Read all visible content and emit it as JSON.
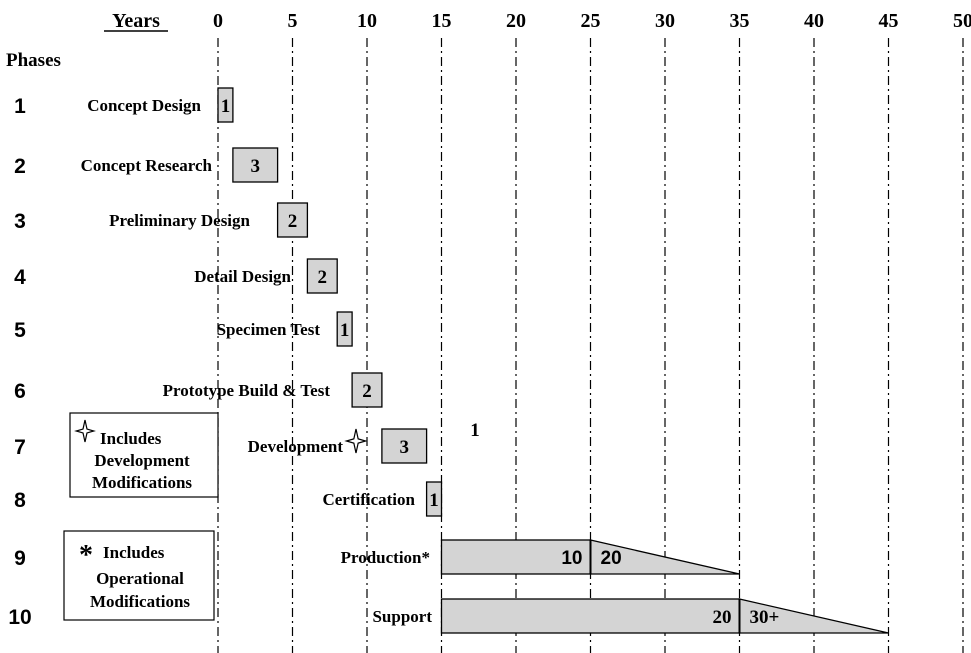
{
  "chart_data": {
    "type": "gantt",
    "years_label": "Years",
    "x_ticks": [
      0,
      5,
      10,
      15,
      20,
      25,
      30,
      35,
      40,
      45,
      50
    ],
    "xlim": [
      0,
      50
    ],
    "phases_label": "Phases",
    "bar_color": "#d4d4d4",
    "phases": [
      {
        "num": "1",
        "name": "Concept Design",
        "start": 0,
        "duration": 1,
        "label": "1"
      },
      {
        "num": "2",
        "name": "Concept Research",
        "start": 1,
        "duration": 3,
        "label": "3"
      },
      {
        "num": "3",
        "name": "Preliminary Design",
        "start": 4,
        "duration": 2,
        "label": "2"
      },
      {
        "num": "4",
        "name": "Detail Design",
        "start": 6,
        "duration": 2,
        "label": "2"
      },
      {
        "num": "5",
        "name": "Specimen Test",
        "start": 8,
        "duration": 1,
        "label": "1"
      },
      {
        "num": "6",
        "name": "Prototype Build & Test",
        "start": 9,
        "duration": 2,
        "label": "2"
      },
      {
        "num": "7",
        "name": "Development",
        "start": 11,
        "duration": 3,
        "label": "3",
        "marker": "star"
      },
      {
        "num": "8",
        "name": "Certification",
        "start": 14,
        "duration": 1,
        "label": "1"
      },
      {
        "num": "9",
        "name": "Production*",
        "start": 15,
        "duration": 10,
        "taper_end": 35,
        "label_left": "10",
        "label_right": "20"
      },
      {
        "num": "10",
        "name": "Support",
        "start": 15,
        "duration": 20,
        "taper_end": 45,
        "label_left": "20",
        "label_right": "30+"
      }
    ],
    "floating_label": "1",
    "notes": [
      {
        "icon": "star",
        "lines": [
          "Includes",
          "Development",
          "Modifications"
        ]
      },
      {
        "icon": "asterisk",
        "lines": [
          "Includes",
          "Operational",
          "Modifications"
        ]
      }
    ]
  }
}
